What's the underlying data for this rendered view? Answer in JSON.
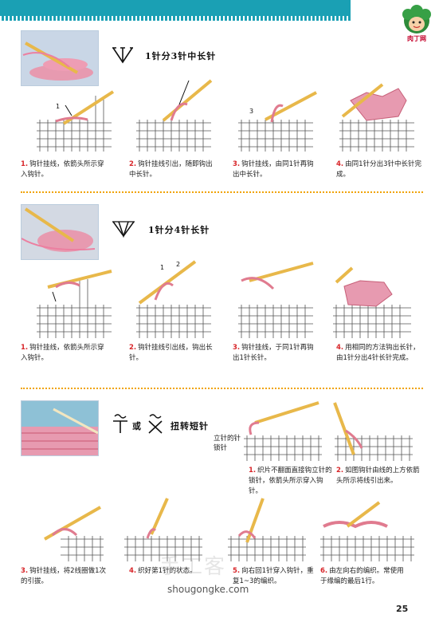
{
  "logo": {
    "text": "肉丁网"
  },
  "sections": [
    {
      "title": "1针分3针中长针",
      "steps": [
        {
          "num": "1.",
          "text": "钩针挂线，依箭头所示穿入钩针。"
        },
        {
          "num": "2.",
          "text": "钩针挂线引出，随即钩出中长针。"
        },
        {
          "num": "3.",
          "text": "钩针挂线，由同1针再钩出中长针。"
        },
        {
          "num": "4.",
          "text": "由同1针分出3针中长针完成。"
        }
      ],
      "labels": [
        "1",
        "3"
      ]
    },
    {
      "title": "1针分4针长针",
      "steps": [
        {
          "num": "1.",
          "text": "钩针挂线，依箭头所示穿入钩针。"
        },
        {
          "num": "2.",
          "text": "钩针挂线引出线，钩出长针。"
        },
        {
          "num": "3.",
          "text": "钩针挂线，于同1针再钩出1针长针。"
        },
        {
          "num": "4.",
          "text": "用相同的方法钩出长针，由1针分出4针长针完成。"
        }
      ],
      "labels": [
        "1",
        "2"
      ]
    },
    {
      "title_or": "或",
      "title": "扭转短针",
      "chain_label": "立针的针锁针",
      "steps": [
        {
          "num": "1.",
          "text": "织片不翻面直接钩立针的锁针，依箭头所示穿入钩针。"
        },
        {
          "num": "2.",
          "text": "如图钩针由线的上方依箭头所示将线引出来。"
        },
        {
          "num": "3.",
          "text": "钩针挂线，将2线圈做1次的引拔。"
        },
        {
          "num": "4.",
          "text": "织好第1针的状态。"
        },
        {
          "num": "5.",
          "text": "向右回1针穿入钩针，重复1~3的编织。"
        },
        {
          "num": "6.",
          "text": "由左向右的编织。常使用于缘编的最后1行。"
        }
      ]
    }
  ],
  "watermark": "手工客",
  "watermark_url": "shougongke.com",
  "page_number": "25",
  "colors": {
    "accent": "#1aa0b4",
    "yarn": "#e07b8f",
    "hook": "#f2c94c",
    "num": "#d8262a",
    "divider": "#f0a300"
  }
}
